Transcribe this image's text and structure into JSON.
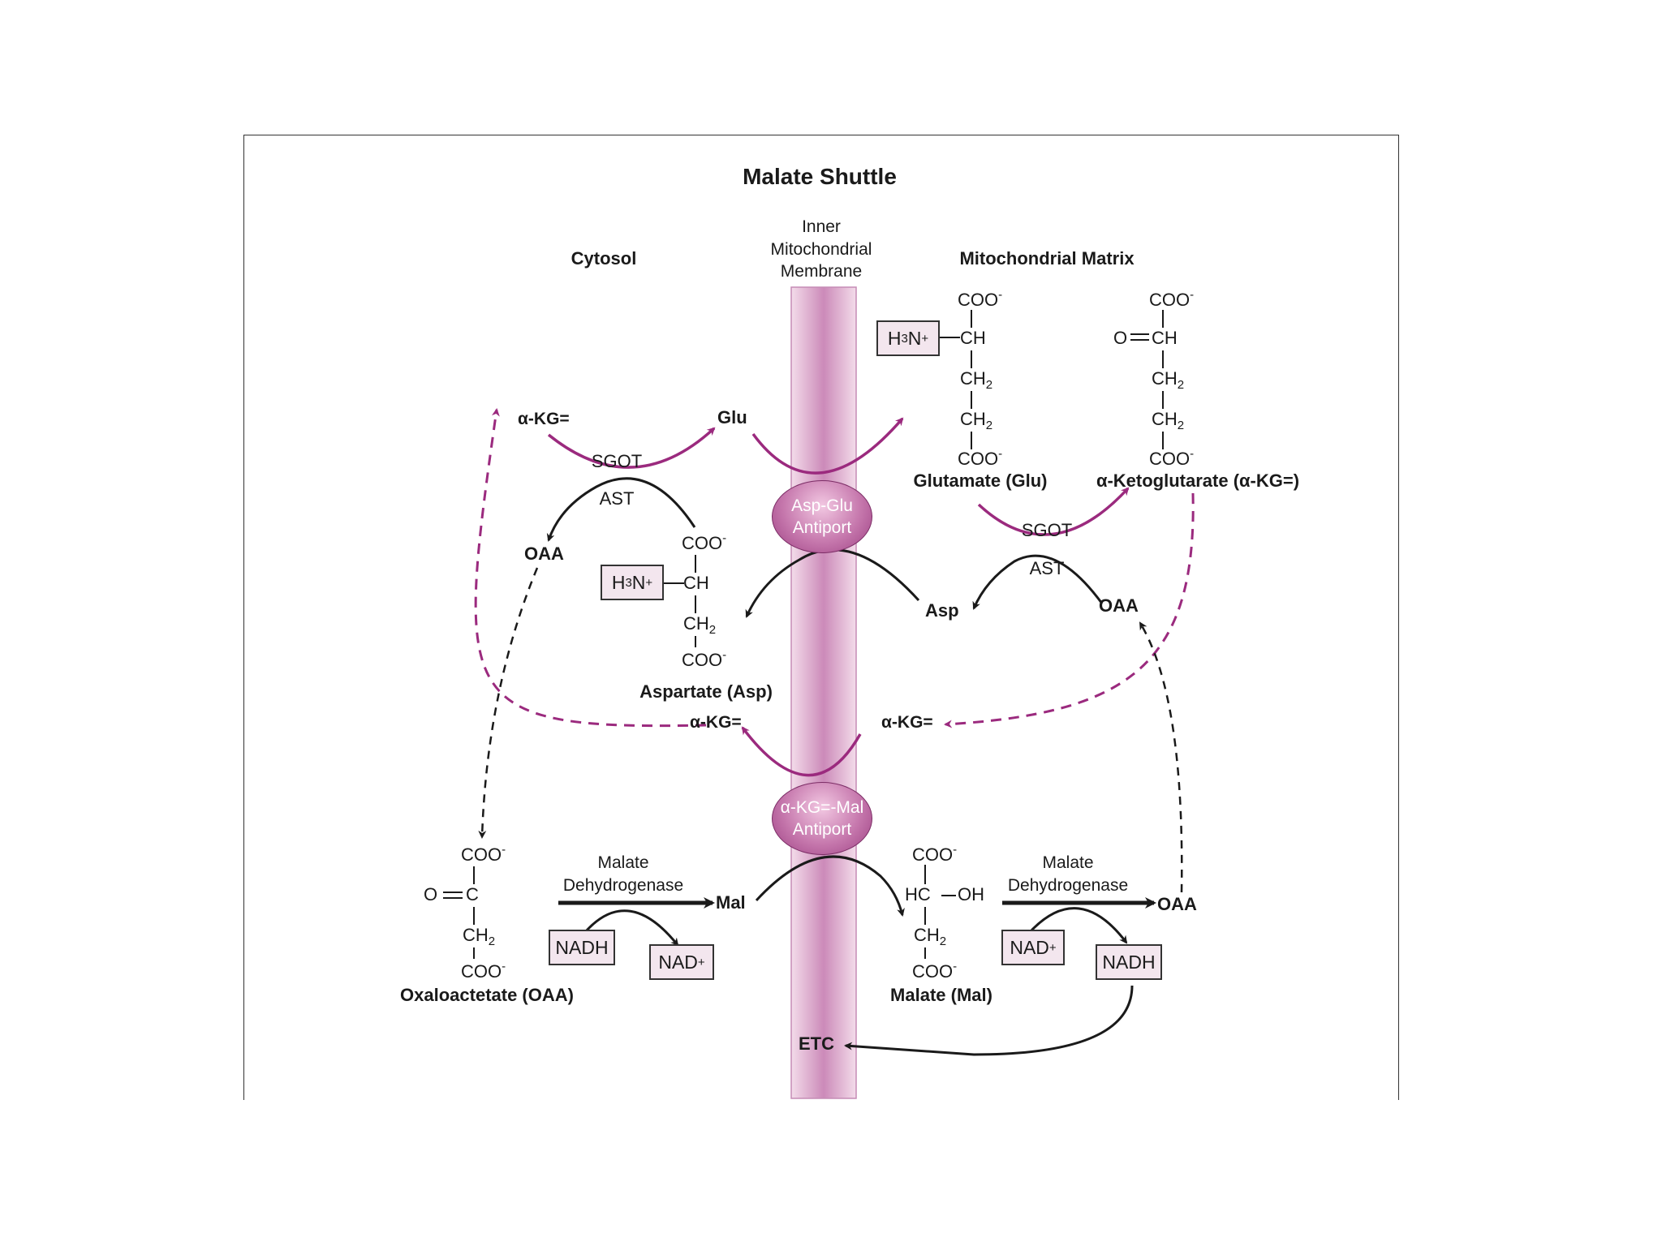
{
  "title": "Malate Shuttle",
  "regions": {
    "cytosol": "Cytosol",
    "membrane": "Inner\nMitochondrial\nMembrane",
    "matrix": "Mitochondrial Matrix"
  },
  "transporters": {
    "asp_glu": "Asp-Glu\nAntiport",
    "akg_mal": "α-KG=-Mal\nAntiport"
  },
  "enzymes": {
    "sgot": "SGOT",
    "ast": "AST",
    "malate_dh": "Malate\nDehydrogenase"
  },
  "metabolites": {
    "akg": "α-KG=",
    "glu": "Glu",
    "oaa": "OAA",
    "asp": "Asp",
    "mal": "Mal",
    "etc": "ETC"
  },
  "cofactors": {
    "nadh": "NADH",
    "nad": "NAD",
    "plus": "+"
  },
  "structures": {
    "glutamate": "Glutamate (Glu)",
    "akg": "α-Ketoglutarate (α-KG=)",
    "aspartate": "Aspartate (Asp)",
    "oxaloacetate": "Oxaloactetate (OAA)",
    "malate": "Malate (Mal)"
  },
  "formula": {
    "coo": "COO",
    "minus": "-",
    "ch": "CH",
    "ch2": "CH",
    "h3n": "H",
    "n": "N",
    "o": "O",
    "c": "C",
    "hc": "HC",
    "oh": "OH",
    "sub2": "2",
    "sub3": "3"
  },
  "colors": {
    "magenta": "#9b2a7e",
    "membrane": "#d9a3c8",
    "box_fill": "#f3e6ee",
    "ink": "#1a1a1a"
  }
}
